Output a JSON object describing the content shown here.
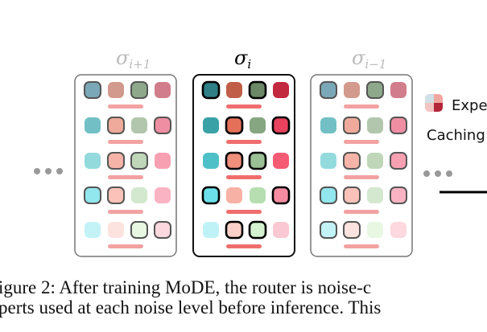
{
  "colors": {
    "teal": [
      "#7ba8b8",
      "#72c0c6",
      "#93dadd",
      "#92e6ee",
      "#c3f3f6"
    ],
    "salmon": [
      "#d29a8c",
      "#efaa9b",
      "#f6b4a8",
      "#fac2b9",
      "#fde3df"
    ],
    "green": [
      "#8ea88b",
      "#b2c6ad",
      "#bfd6b9",
      "#d4e8cf",
      "#e7f7e2"
    ],
    "rose": [
      "#d27d8c",
      "#ef8ea3",
      "#f7a0b2",
      "#fab3c3",
      "#fdd8df"
    ],
    "active_teal": [
      "#2f7f86",
      "#3aa2a7",
      "#4dc0c7",
      "#6ce0ea",
      "#bff2f6"
    ],
    "active_salmon": [
      "#c05d46",
      "#e4705a",
      "#ef8f7c",
      "#f7b1a5",
      "#fbd0c9"
    ],
    "active_green": [
      "#6c8866",
      "#85a681",
      "#9cc095",
      "#b6deb0",
      "#d4f2cf"
    ],
    "active_rose": [
      "#c2293f",
      "#e8425e",
      "#f55b73",
      "#f78ca0",
      "#f9c8d2"
    ],
    "bar_faded": "#f3a1a1",
    "bar_active": "#f06d6d",
    "dots": "#999999",
    "sigma_faded": "#bbbbbb"
  },
  "panels": [
    {
      "label": "σ",
      "subscript": "i+1",
      "active": false,
      "rows": [
        [
          true,
          false,
          true,
          false
        ],
        [
          false,
          true,
          false,
          true
        ],
        [
          false,
          true,
          true,
          false
        ],
        [
          true,
          true,
          false,
          false
        ],
        [
          false,
          false,
          true,
          true
        ]
      ]
    },
    {
      "label": "σ",
      "subscript": "i",
      "active": true,
      "rows": [
        [
          true,
          false,
          true,
          false
        ],
        [
          false,
          true,
          false,
          true
        ],
        [
          false,
          true,
          true,
          false
        ],
        [
          true,
          false,
          false,
          true
        ],
        [
          false,
          true,
          true,
          false
        ]
      ]
    },
    {
      "label": "σ",
      "subscript": "i−1",
      "active": false,
      "rows": [
        [
          true,
          false,
          true,
          false
        ],
        [
          false,
          true,
          false,
          true
        ],
        [
          false,
          true,
          false,
          true
        ],
        [
          true,
          true,
          false,
          true
        ],
        [
          true,
          true,
          false,
          false
        ]
      ]
    }
  ],
  "legend": {
    "expert_label": "Expe",
    "caching_label": "Caching"
  },
  "caption": {
    "line1": "igure 2: After training MoDE, the router is noise-c",
    "line2": "perts used at each noise level before inference. This"
  }
}
